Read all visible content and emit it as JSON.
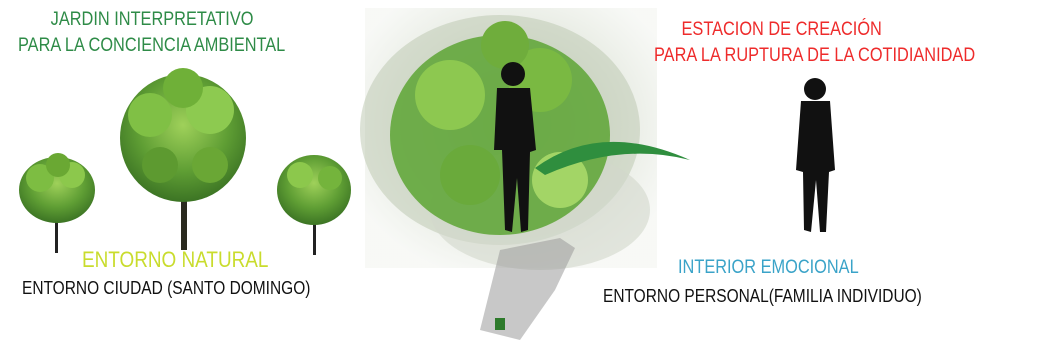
{
  "left_panel": {
    "title_lines": [
      "JARDIN INTERPRETATIVO",
      "PARA LA CONCIENCIA AMBIENTAL"
    ],
    "label_natural": "ENTORNO NATURAL",
    "label_city": "ENTORNO CIUDAD (SANTO DOMINGO)"
  },
  "right_panel": {
    "title_lines": [
      "ESTACION DE CREACIÓN",
      "PARA LA RUPTURA DE LA COTIDIANIDAD"
    ],
    "label_emotional": "INTERIOR EMOCIONAL",
    "label_personal": "ENTORNO PERSONAL(FAMILIA INDIVIDUO)"
  },
  "colors": {
    "title_left": "#2e8b47",
    "title_right": "#ee2b2b",
    "label_natural": "#c9dc2d",
    "label_emotional": "#3aa3c8",
    "text_dark": "#111111",
    "foliage": "#6fae3a",
    "silhouette": "#111111"
  }
}
